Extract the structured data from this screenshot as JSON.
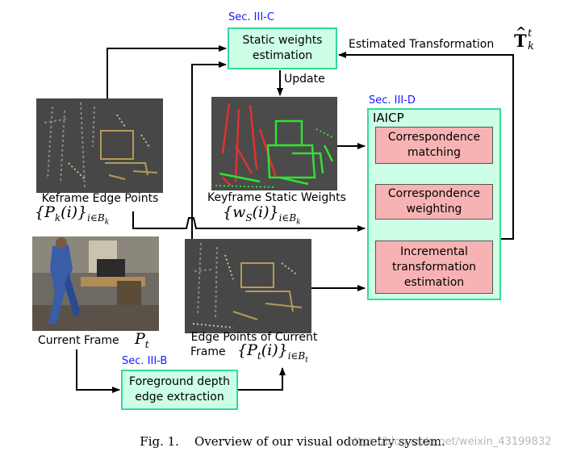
{
  "sections": {
    "static_weights": "Sec. III-C",
    "iaicp": "Sec. III-D",
    "foreground": "Sec. III-B"
  },
  "boxes": {
    "static_weights_line1": "Static weights",
    "static_weights_line2": "estimation",
    "foreground_line1": "Foreground depth",
    "foreground_line2": "edge extraction",
    "iaicp_title": "IAICP",
    "corr_matching_line1": "Correspondence",
    "corr_matching_line2": "matching",
    "corr_weighting_line1": "Correspondence",
    "corr_weighting_line2": "weighting",
    "incremental_line1": "Incremental",
    "incremental_line2": "transformation",
    "incremental_line3": "estimation"
  },
  "labels": {
    "update": "Update",
    "estimated_transformation": "Estimated Transformation",
    "est_symbol_base": "T",
    "est_symbol_sup": "t",
    "est_symbol_sub": "k",
    "keyframe_edge_points": "Keframe Edge Points",
    "keyframe_math_base": "{P",
    "keyframe_math_mid": "(i)}",
    "keyframe_math_sub1": "k",
    "keyframe_math_sub2": "i∈B",
    "keyframe_math_sub3": "k",
    "static_weights_caption": "Keyframe Static Weights",
    "weights_math_base": "{w",
    "weights_math_mid": "(i)}",
    "weights_math_sub1": "S",
    "weights_math_sub2": "i∈B",
    "weights_math_sub3": "k",
    "current_frame": "Current Frame",
    "current_frame_math": "P",
    "current_frame_sub": "t",
    "edge_points_line1": "Edge Points of Current",
    "edge_points_line2": "Frame",
    "edge_math_base": "{P",
    "edge_math_mid": "(i)}",
    "edge_math_sub1": "t",
    "edge_math_sub2": "i∈B",
    "edge_math_sub3": "t"
  },
  "caption": "Fig. 1.    Overview of our visual odometry system.",
  "watermark": "https://blog.csdn.net/weixin_43199832",
  "colors": {
    "green_fill": "#ccffe6",
    "green_border": "#33d999",
    "red_fill": "#f7b3b3",
    "section_blue": "#1a1aff"
  }
}
